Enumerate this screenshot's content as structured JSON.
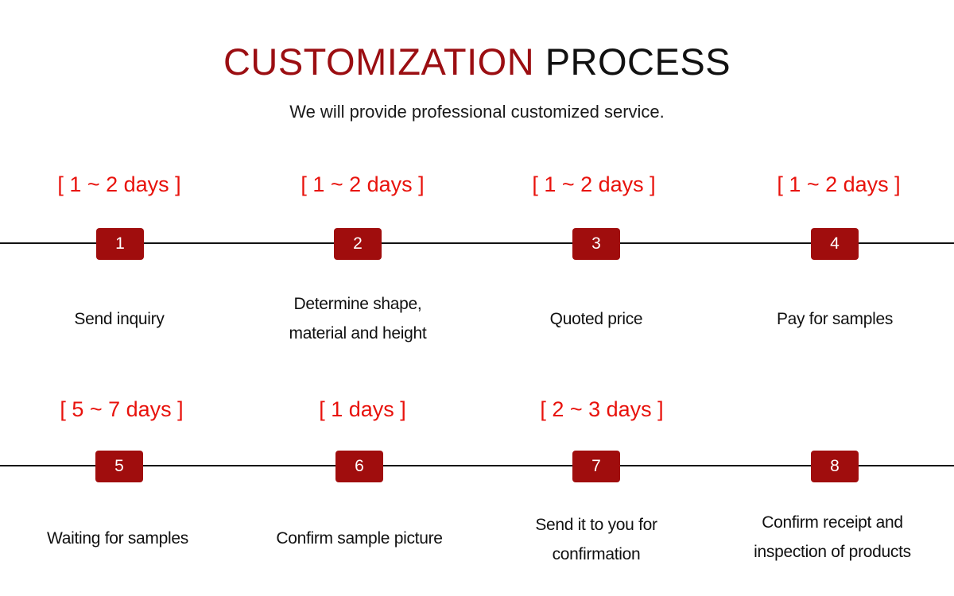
{
  "header": {
    "title_accent": "CUSTOMIZATION",
    "title_rest": "PROCESS",
    "subtitle": "We will provide professional customized service."
  },
  "colors": {
    "accent": "#9b0e12",
    "duration": "#e8120c",
    "badge": "#a00d0d",
    "line": "#111111"
  },
  "steps": [
    {
      "number": "1",
      "duration": "[ 1 ~ 2 days ]",
      "label": "Send inquiry"
    },
    {
      "number": "2",
      "duration": "[ 1 ~ 2 days ]",
      "label": "Determine shape,\nmaterial and height"
    },
    {
      "number": "3",
      "duration": "[ 1 ~ 2 days ]",
      "label": "Quoted price"
    },
    {
      "number": "4",
      "duration": "[ 1 ~ 2 days ]",
      "label": "Pay for samples"
    },
    {
      "number": "5",
      "duration": "[ 5 ~ 7 days ]",
      "label": "Waiting for samples"
    },
    {
      "number": "6",
      "duration": "[ 1 days ]",
      "label": "Confirm sample picture"
    },
    {
      "number": "7",
      "duration": "[ 2 ~ 3 days ]",
      "label": "Send it to you for\nconfirmation"
    },
    {
      "number": "8",
      "duration": "",
      "label": "Confirm receipt and\ninspection of products"
    }
  ]
}
